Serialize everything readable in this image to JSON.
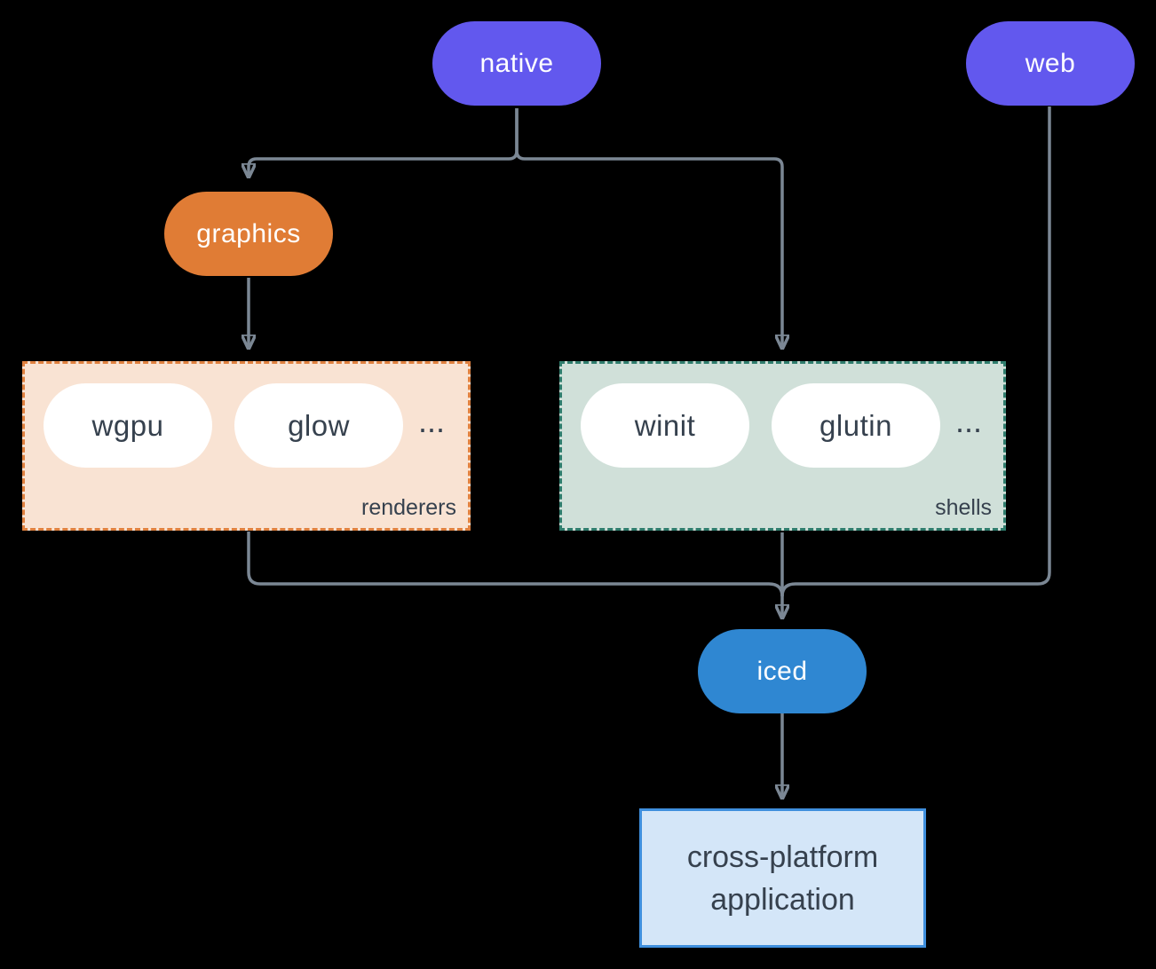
{
  "background": "#000000",
  "connector_color": "#7b8794",
  "text_dark": "#36414e",
  "nodes": {
    "native": {
      "label": "native",
      "fill": "#6258ee",
      "text": "#ffffff"
    },
    "web": {
      "label": "web",
      "fill": "#6258ee",
      "text": "#ffffff"
    },
    "graphics": {
      "label": "graphics",
      "fill": "#e07c35",
      "text": "#ffffff"
    },
    "iced": {
      "label": "iced",
      "fill": "#2f87d2",
      "text": "#ffffff"
    },
    "application": {
      "label": "cross-platform application",
      "fill": "#d4e6f8",
      "border": "#3f8fdd",
      "text": "#36414e"
    }
  },
  "groups": {
    "renderers": {
      "label": "renderers",
      "items": [
        "wgpu",
        "glow"
      ],
      "ellipsis": "...",
      "fill": "#f9e3d3",
      "border": "#e0813f"
    },
    "shells": {
      "label": "shells",
      "items": [
        "winit",
        "glutin"
      ],
      "ellipsis": "...",
      "fill": "#d0e0d9",
      "border": "#2f7d6d"
    }
  }
}
